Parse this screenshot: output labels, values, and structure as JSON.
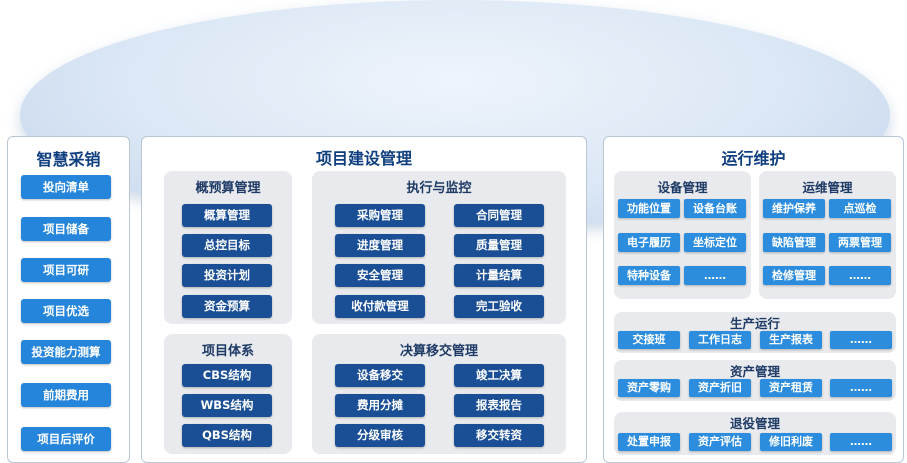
{
  "left": {
    "title": "智慧采销",
    "items": [
      "投向清单",
      "项目储备",
      "项目可研",
      "项目优选",
      "投资能力测算",
      "前期费用",
      "项目后评价"
    ]
  },
  "middle": {
    "title": "项目建设管理",
    "budget": {
      "title": "概预算管理",
      "items": [
        "概算管理",
        "总控目标",
        "投资计划",
        "资金预算"
      ]
    },
    "execution": {
      "title": "执行与监控",
      "items": [
        "采购管理",
        "合同管理",
        "进度管理",
        "质量管理",
        "安全管理",
        "计量结算",
        "收付款管理",
        "完工验收"
      ]
    },
    "system": {
      "title": "项目体系",
      "items": [
        "CBS结构",
        "WBS结构",
        "QBS结构"
      ]
    },
    "settlement": {
      "title": "决算移交管理",
      "items": [
        "设备移交",
        "竣工决算",
        "费用分摊",
        "报表报告",
        "分级审核",
        "移交转资"
      ]
    }
  },
  "right": {
    "title": "运行维护",
    "equipment": {
      "title": "设备管理",
      "items": [
        "功能位置",
        "设备台账",
        "电子履历",
        "坐标定位",
        "特种设备",
        "……"
      ]
    },
    "maintenance": {
      "title": "运维管理",
      "items": [
        "维护保养",
        "点巡检",
        "缺陷管理",
        "两票管理",
        "检修管理",
        "……"
      ]
    },
    "production": {
      "title": "生产运行",
      "items": [
        "交接班",
        "工作日志",
        "生产报表",
        "……"
      ]
    },
    "assets": {
      "title": "资产管理",
      "items": [
        "资产零购",
        "资产折旧",
        "资产租赁",
        "……"
      ]
    },
    "retirement": {
      "title": "退役管理",
      "items": [
        "处置申报",
        "资产评估",
        "修旧利废",
        "……"
      ]
    }
  }
}
